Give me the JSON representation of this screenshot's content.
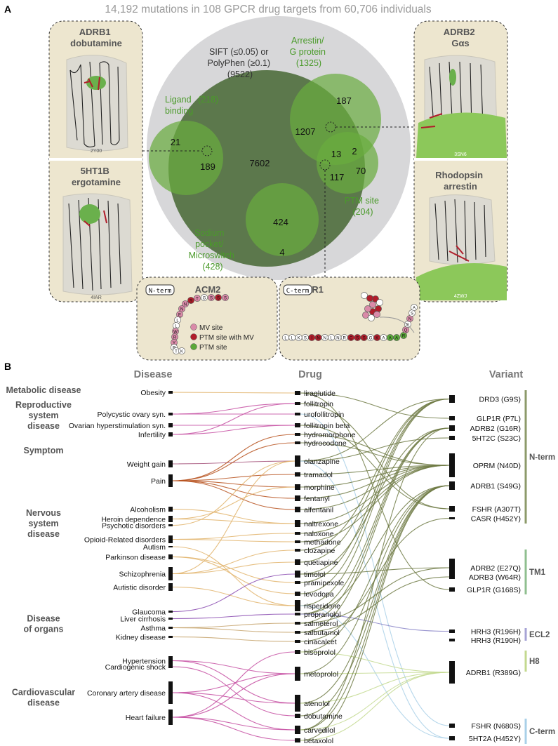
{
  "panel_a": {
    "label": "A",
    "title": "14,192 mutations in 108 GPCR drug targets from 60,706 individuals",
    "sets": {
      "sift": [
        "SIFT  (≤0.05) or",
        "PolyPhen (≥0.1)",
        "(9522)"
      ],
      "arrestin": [
        "Arrestin/",
        "G protein",
        "(1325)"
      ],
      "ligand": [
        "Ligand",
        "binding",
        "(218)"
      ],
      "ptm": [
        "PTM site",
        "(204)"
      ],
      "sodium": [
        "Sodium",
        "pocket/",
        "Microswitch",
        "(428)"
      ]
    },
    "counts": {
      "core": "7602",
      "arrestin_only": "187",
      "arrestin_core": "1207",
      "ligand_only": "21",
      "ligand_core": "189",
      "triple": "13",
      "arr_ptm": "2",
      "ptm_only": "70",
      "ptm_core": "117",
      "sodium_core": "424",
      "sodium_only": "4"
    },
    "structures": {
      "adrb1": {
        "title": [
          "ADRB1",
          "dobutamine"
        ],
        "pdb": "2Y00"
      },
      "htr1b": {
        "title": [
          "5HT1B",
          "ergotamine"
        ],
        "pdb": "4IAR"
      },
      "adrb2": {
        "title": [
          "ADRB2",
          "Gαs"
        ],
        "pdb": "3SN6"
      },
      "rho": {
        "title": [
          "Rhodopsin",
          "arrestin"
        ],
        "pdb": "4ZWJ"
      }
    },
    "acm2": {
      "title": "ACM2",
      "terminus": "N-term",
      "residues": [
        "S",
        "S",
        "S",
        "G",
        "T",
        "S",
        "N",
        "N",
        "E",
        "L",
        "L",
        "W",
        "R",
        "Y",
        "P",
        "T",
        "K"
      ]
    },
    "par1": {
      "title": "PAR1",
      "terminus": "C-term",
      "residues": [
        "L",
        "L",
        "K",
        "S",
        "I",
        "N",
        "N",
        "L",
        "N",
        "R",
        "C",
        "S",
        "S",
        "G",
        "K",
        "A",
        "A",
        "A",
        "R",
        "Q",
        "E",
        "N",
        "S",
        "A"
      ]
    },
    "legend": [
      "MV site",
      "PTM site with MV",
      "PTM site"
    ],
    "colors": {
      "mv": "#d98aa8",
      "ptm_mv": "#b01d2a",
      "ptm": "#5aa83a",
      "venn_green": "#6ab04c",
      "dark_green": "#4b6f3a"
    }
  },
  "panel_b": {
    "label": "B",
    "headers": {
      "disease": "Disease",
      "drug": "Drug",
      "variant": "Variant"
    },
    "categories": [
      "Metabolic disease",
      "Reproductive system disease",
      "Symptom",
      "Nervous system disease",
      "Disease of organs",
      "Cardiovascular disease"
    ],
    "diseases": [
      "Obesity",
      "Polycystic ovary syn.",
      "Ovarian hyperstimulation syn.",
      "Infertility",
      "Weight gain",
      "Pain",
      "Alcoholism",
      "Heroin dependence",
      "Psychotic disorders",
      "Opioid-Related disorders",
      "Autism",
      "Parkinson disease",
      "Schizophrenia",
      "Autistic disorder",
      "Glaucoma",
      "Liver cirrhosis",
      "Asthma",
      "Kidney disease",
      "Hypertension",
      "Cardiogenic shock",
      "Coronary artery disease",
      "Heart failure"
    ],
    "drugs": [
      "liraglutide",
      "follitropin",
      "urofollitropin",
      "follitropin beta",
      "hydromorphone",
      "hydrocodone",
      "olanzapine",
      "tramadol",
      "morphine",
      "fentanyl",
      "alfentanil",
      "naltrexone",
      "naloxone",
      "methadone",
      "clozapine",
      "quetiapine",
      "timolol",
      "pramipexole",
      "levodopa",
      "risperidone",
      "propranolol",
      "salmeterol",
      "salbutamol",
      "cinacalcet",
      "bisoprolol",
      "metoprolol",
      "atenolol",
      "dobutamine",
      "carvedilol",
      "betaxolol"
    ],
    "variants": [
      "DRD3 (G9S)",
      "GLP1R (P7L)",
      "ADRB2 (G16R)",
      "5HT2C (S23C)",
      "OPRM (N40D)",
      "ADRB1 (S49G)",
      "FSHR (A307T)",
      "CASR (H452Y)",
      "ADRB2 (E27Q)",
      "ADRB3 (W64R)",
      "GLP1R (G168S)",
      "HRH3 (R196H)",
      "HRH3 (R190H)",
      "ADRB1 (R389G)",
      "FSHR (N680S)",
      "5HT2A (H452Y)"
    ],
    "regions": [
      "N-term",
      "TM1",
      "ECL2",
      "H8",
      "C-term"
    ],
    "region_colors": [
      "#8c9a6a",
      "#8fbf8f",
      "#a7a3d6",
      "#c3d98f",
      "#a9d0e8"
    ]
  }
}
